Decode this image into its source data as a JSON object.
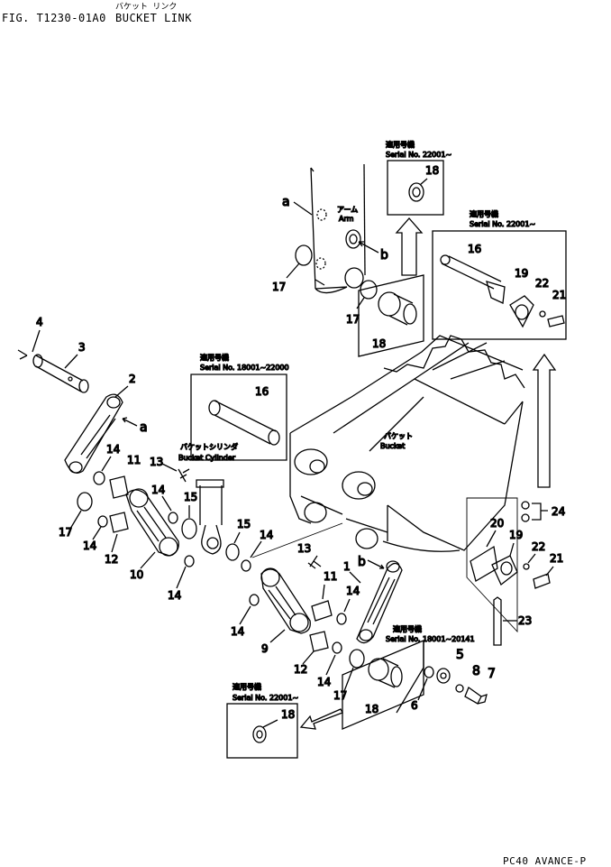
{
  "header": {
    "fig_number": "FIG. T1230-01A0",
    "title_en": "BUCKET LINK",
    "title_jp": "バケット リンク"
  },
  "footer": {
    "text": "PC40 AVANCE-P"
  },
  "labels": {
    "arm_jp": "アーム",
    "arm_en": "Arm",
    "bucket_jp": "バケット",
    "bucket_en": "Bucket",
    "cylinder_jp": "バケットシリンダ",
    "cylinder_en": "Bucket Cylinder",
    "letter_a": "a",
    "letter_b": "b"
  },
  "serial_boxes": {
    "top": {
      "jp": "適用号機",
      "serial": "Serial No. 22001~",
      "part": "18"
    },
    "top_right": {
      "jp": "適用号機",
      "serial": "Serial No. 22001~"
    },
    "left": {
      "jp": "適用号機",
      "serial": "Serial No. 18001~22000",
      "part": "16"
    },
    "mid": {
      "jp": "適用号機",
      "serial": "Serial No. 18001~20141"
    },
    "bottom": {
      "jp": "適用号機",
      "serial": "Serial No. 22001~",
      "part": "18"
    }
  },
  "parts": {
    "p1": "1",
    "p2": "2",
    "p3": "3",
    "p4": "4",
    "p5": "5",
    "p6": "6",
    "p7": "7",
    "p8": "8",
    "p9": "9",
    "p10": "10",
    "p11": "11",
    "p12": "12",
    "p13": "13",
    "p14": "14",
    "p15": "15",
    "p16": "16",
    "p17": "17",
    "p18": "18",
    "p19": "19",
    "p20": "20",
    "p21": "21",
    "p22": "22",
    "p23": "23",
    "p24": "24"
  }
}
